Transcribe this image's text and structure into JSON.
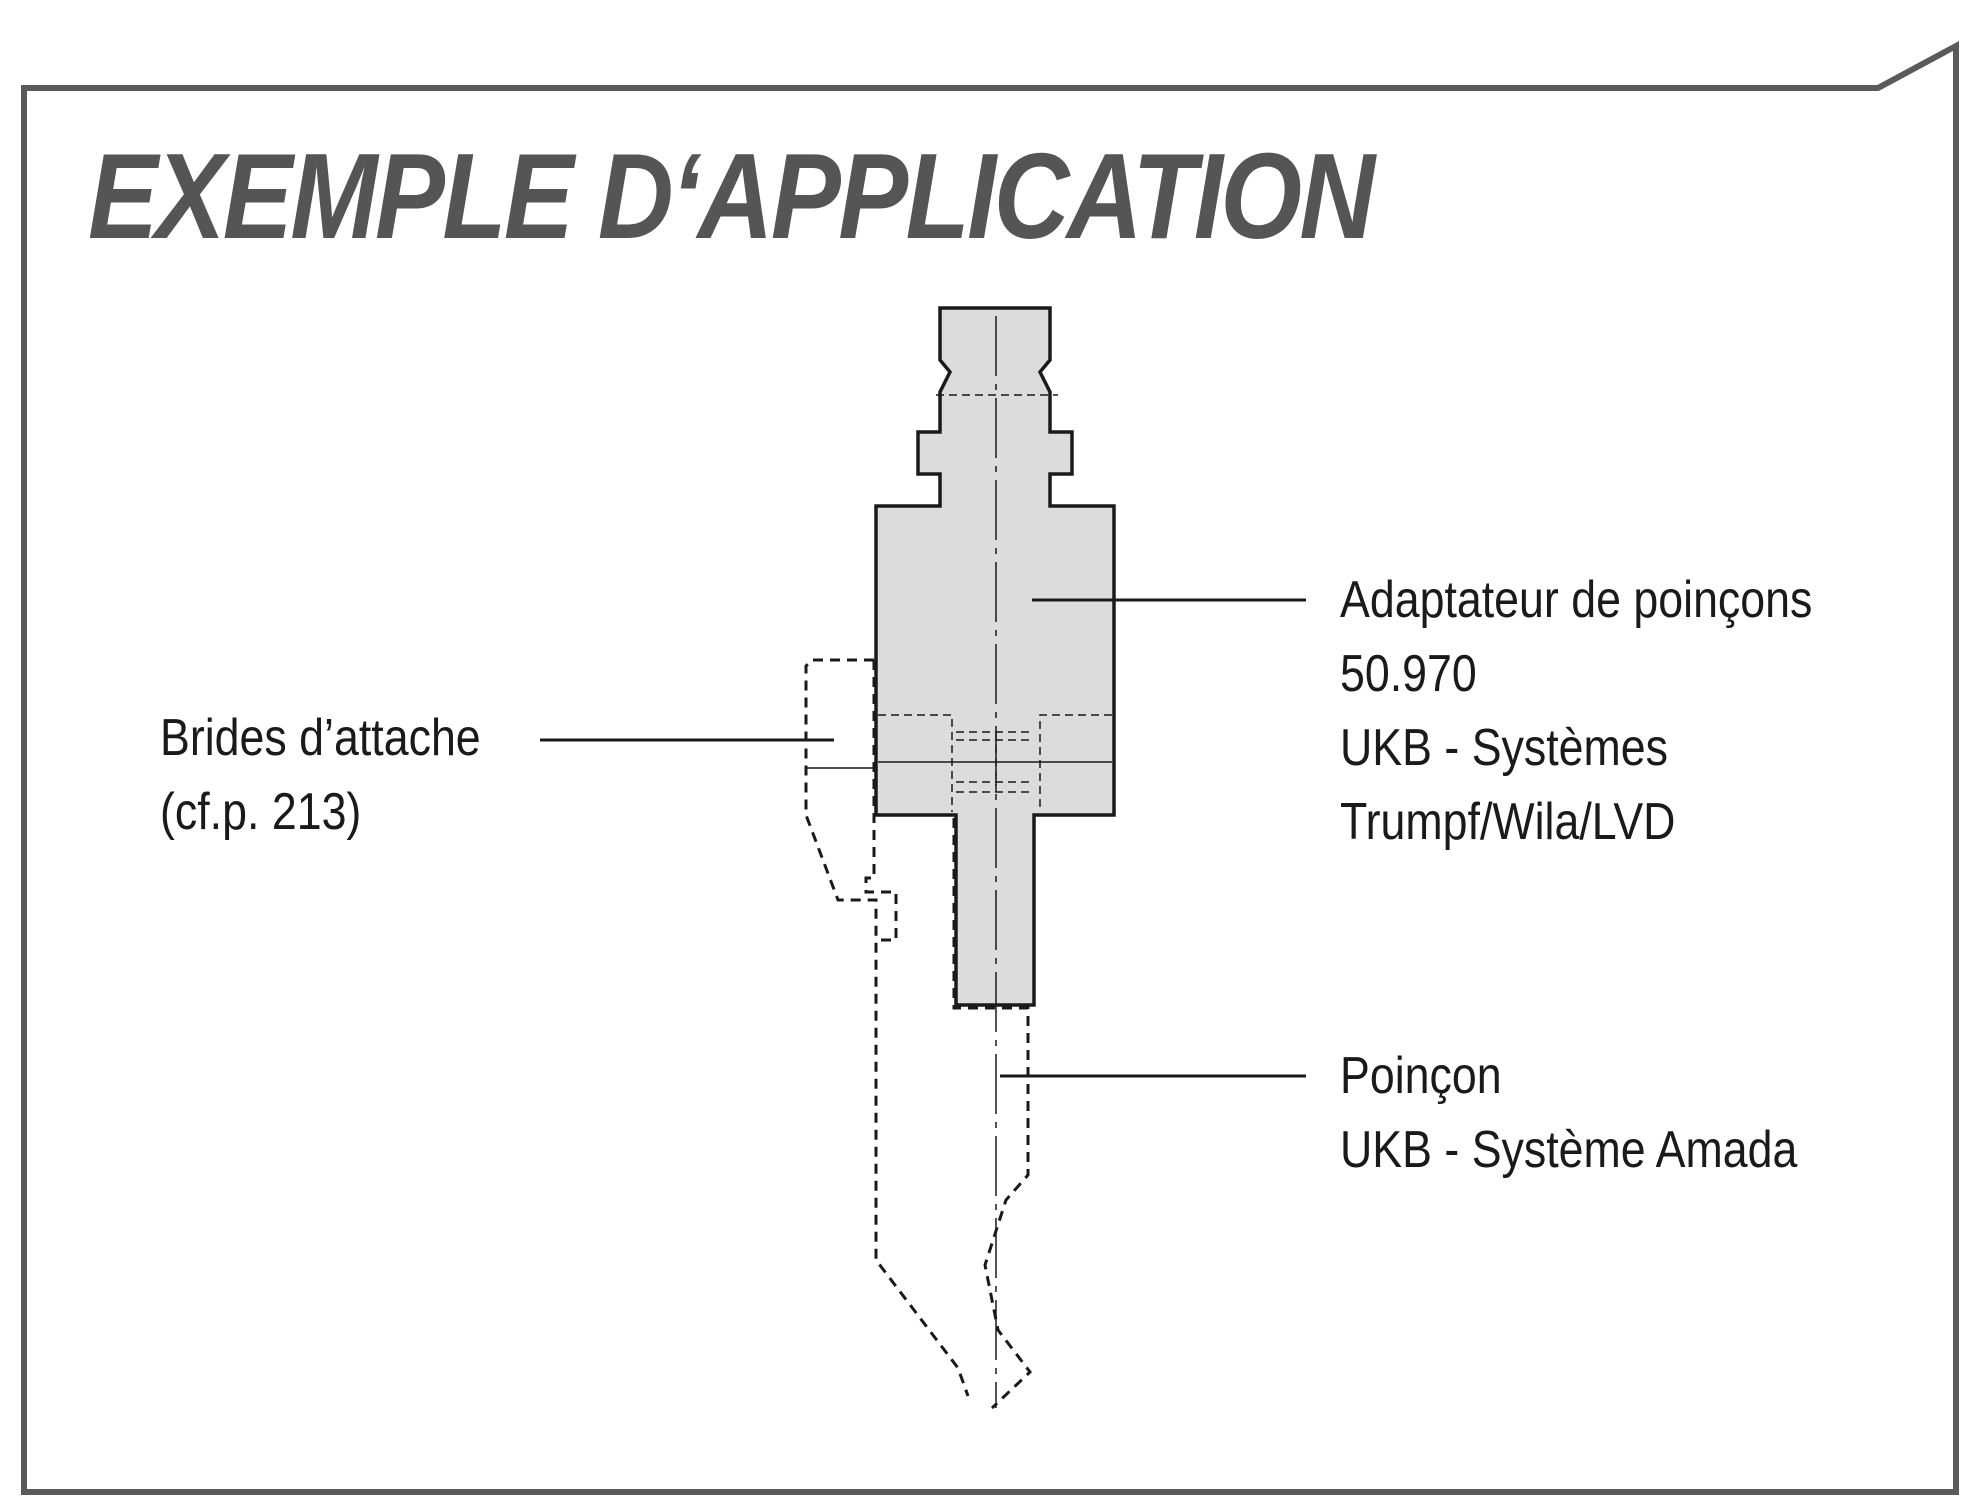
{
  "title": "EXEMPLE D‘APPLICATION",
  "colors": {
    "border": "#5a5a5a",
    "title": "#555555",
    "part_fill": "#dcdcdc",
    "line": "#1a1a1a"
  },
  "labels": {
    "brides_line1": "Brides d’attache",
    "brides_line2": "(cf.p. 213)",
    "adapter_line1": "Adaptateur de poinçons",
    "adapter_line2": "50.970",
    "adapter_line3": "UKB - Systèmes",
    "adapter_line4": "Trumpf/Wila/LVD",
    "punch_line1": "Poinçon",
    "punch_line2": "UKB - Système Amada"
  }
}
